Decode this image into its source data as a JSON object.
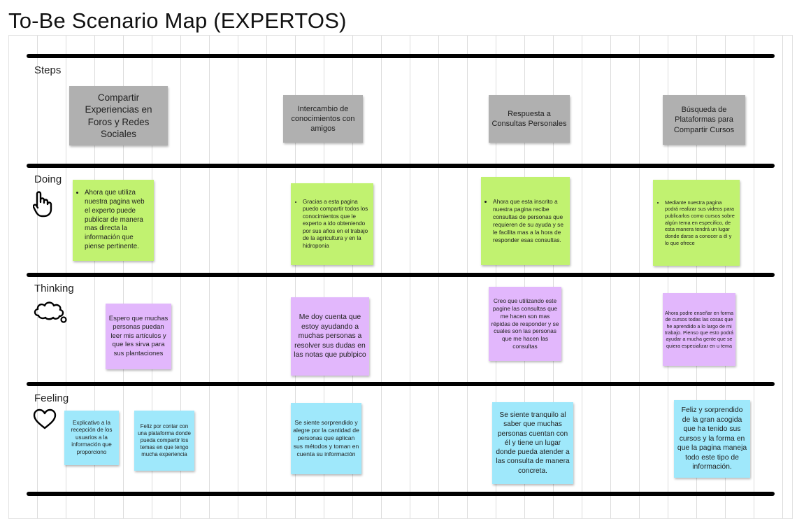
{
  "title": "To-Be Scenario Map (EXPERTOS)",
  "rows": {
    "steps": "Steps",
    "doing": "Doing",
    "thinking": "Thinking",
    "feeling": "Feeling"
  },
  "icons": {
    "doing": "hand-pointer-icon",
    "thinking": "thought-cloud-icon",
    "feeling": "heart-icon"
  },
  "colors": {
    "steps": "#b0b0b0",
    "doing": "#c1f270",
    "thinking": "#e2b7fc",
    "feeling": "#9fe8fb"
  },
  "steps": [
    "Compartir Experiencias en Foros y Redes Sociales",
    "Intercambio de conocimientos con amigos",
    "Respuesta a Consultas Personales",
    "Búsqueda de Plataformas para Compartir Cursos"
  ],
  "doing": [
    "Ahora que utiliza nuestra pagina web el experto puede publicar de manera mas directa la información que piense pertinente.",
    "Gracias a esta pagina puedo compartir todos los conocimientos que le experto a ido obteniendo por sus años en el trabajo de la agricultura y en la hidroponia",
    "Ahora que esta inscrito a nuestra pagina recibe consultas de personas que requieren de su ayuda y se le facilita mas a la hora de responder esas consultas.",
    "Mediante nuestra pagina podrá realizar sus videos para publicarlos como cursos sobre algún tema en especifico, de esta manera tendrá un lugar donde darse a conocer a él y lo que ofrece"
  ],
  "thinking": [
    "Espero que muchas personas puedan leer mis artículos y que les sirva para sus plantaciones",
    "Me doy cuenta que estoy ayudando a muchas personas a resolver sus dudas en las notas que publpico",
    "Creo que utilizando este pagine las consultas que me hacen son mas répidas de responder y se cuales son las personas que me hacen las consultas",
    "Ahora podre enseñar en forma de cursos todas las cosas que he aprendido a lo largo de mi trabajo. Pienso que esto podrá ayudar a mucha gente que se quiera especializar en u tema"
  ],
  "feeling": [
    "Explicativo a la recepción de los usuarios a la información que proporciono",
    "Feliz por contar con una plataforma donde pueda compartir los temas en que tengo mucha experiencia",
    "Se siente sorprendido y alegre por la cantidad de personas que aplican sus métodos y toman en cuenta su información",
    "Se siente tranquilo al saber que muchas personas cuentan con él y tiene un  lugar donde pueda atender a las consulta de manera concreta.",
    "Feliz y sorprendido de la gran acogida que ha tenido sus cursos y la forma en que la pagina maneja todo este tipo de información."
  ]
}
